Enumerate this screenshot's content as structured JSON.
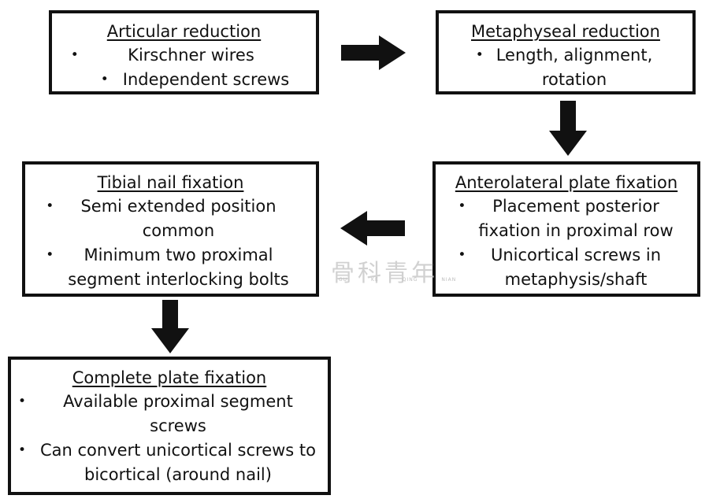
{
  "boxes": {
    "articular": {
      "title": "Articular reduction",
      "items": [
        "Kirschner wires",
        "Independent screws"
      ]
    },
    "metaphyseal": {
      "title": "Metaphyseal reduction",
      "items": [
        "Length, alignment,",
        "rotation"
      ]
    },
    "anterolateral": {
      "title": "Anterolateral plate fixation",
      "items": [
        "Placement posterior",
        "fixation in proximal row",
        "Unicortical screws in",
        "metaphysis/shaft"
      ]
    },
    "tibial": {
      "title": "Tibial nail fixation",
      "items": [
        "Semi extended position",
        "common",
        "Minimum two proximal",
        "segment interlocking bolts"
      ]
    },
    "complete": {
      "title": "Complete plate fixation",
      "items": [
        "Available proximal segment",
        "screws",
        "Can convert unicortical screws to",
        "bicortical (around nail)"
      ]
    }
  },
  "watermark": {
    "main": "骨科青年",
    "sub": [
      "GU",
      "KE",
      "QING",
      "NIAN"
    ]
  },
  "colors": {
    "border": "#111111",
    "arrow": "#111111",
    "background": "#ffffff"
  }
}
